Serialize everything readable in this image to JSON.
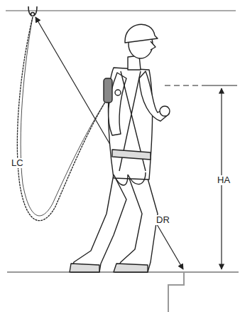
{
  "diagram": {
    "labels": [
      "LC",
      "HA",
      "DR"
    ]
  }
}
